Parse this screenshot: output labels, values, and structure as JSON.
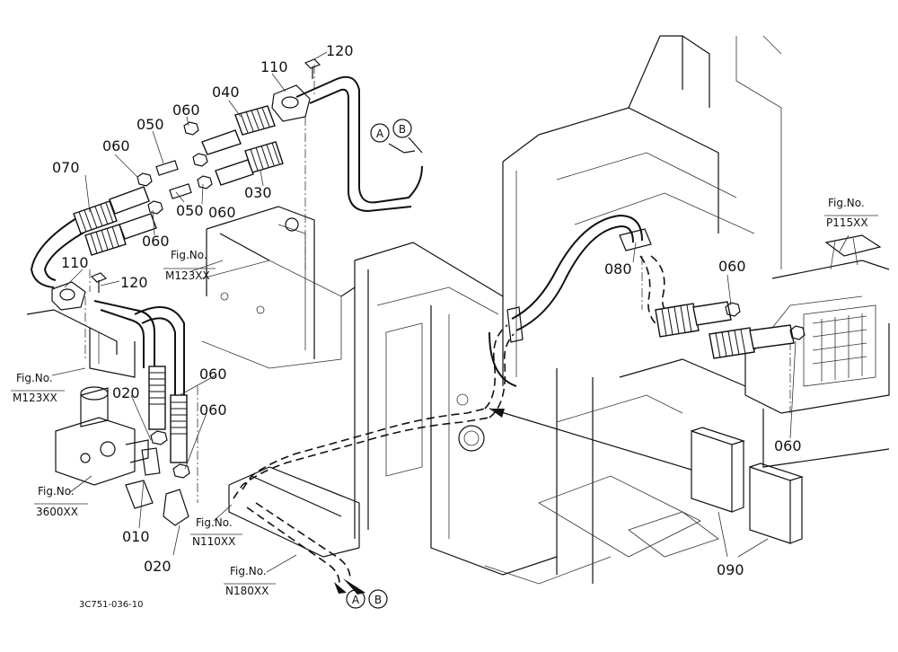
{
  "parts": {
    "p120a": "120",
    "p110a": "110",
    "p040": "040",
    "p060a": "060",
    "p050a": "050",
    "p060b": "060",
    "p070": "070",
    "p030": "030",
    "p050b": "050",
    "p060c": "060",
    "p060d": "060",
    "p110b": "110",
    "p120b": "120",
    "p060e": "060",
    "p020a": "020",
    "p060f": "060",
    "p010": "010",
    "p020b": "020",
    "p080": "080",
    "p060g": "060",
    "p060h": "060",
    "p090": "090"
  },
  "figrefs": {
    "f1_top": "Fig.No.",
    "f1_bot": "M123XX",
    "f2_top": "Fig.No.",
    "f2_bot": "M123XX",
    "f3_top": "Fig.No.",
    "f3_bot": "3600XX",
    "f4_top": "Fig.No.",
    "f4_bot": "N110XX",
    "f5_top": "Fig.No.",
    "f5_bot": "N180XX",
    "f6_top": "Fig.No.",
    "f6_bot": "P115XX"
  },
  "markers": {
    "a": "A",
    "b": "B"
  },
  "drawing_code": "3C751-036-10"
}
